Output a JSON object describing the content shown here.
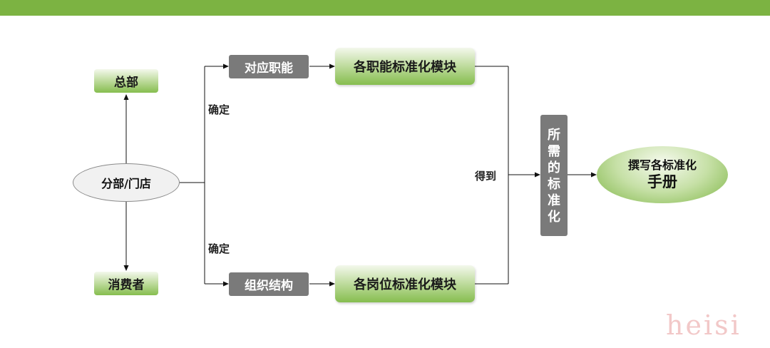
{
  "nodes": {
    "headquarters": "总部",
    "branch_store": "分部/门店",
    "consumer": "消费者",
    "corresponding_function": "对应职能",
    "org_structure": "组织结构",
    "function_module": "各职能标准化模块",
    "position_module": "各岗位标准化模块",
    "required_standard": [
      "所",
      "需",
      "的",
      "标",
      "准",
      "化"
    ],
    "manual_line1": "撰写各标准化",
    "manual_line2": "手册"
  },
  "labels": {
    "determine_top": "确定",
    "determine_bottom": "确定",
    "obtain": "得到"
  },
  "watermark": "heisi",
  "colors": {
    "top_bar": "#7cb342",
    "green_node": "#86bd4f",
    "gray_node": "#7a7a7a",
    "oval_fill": "#f1f1f1"
  }
}
